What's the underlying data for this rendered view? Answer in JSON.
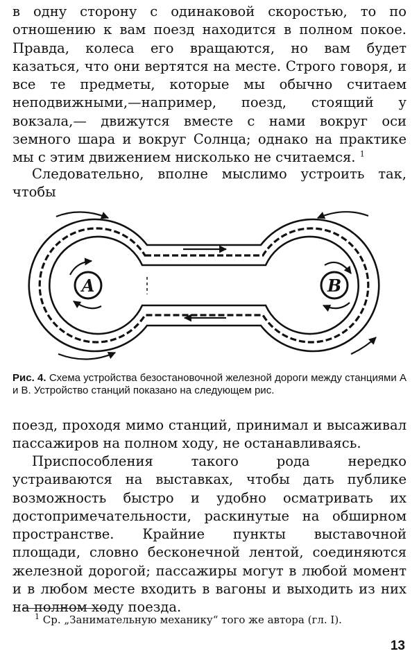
{
  "paragraphs": {
    "p1": "в одну сторону с одинаковой скоростью, то по отношению к вам поезд находится в полном покое. Правда, колеса его вращаются, но вам будет казаться, что они вертятся на месте. Строго говоря, и все те предметы, которые мы обычно считаем неподвижными,—например, поезд, стоящий у вокзала,— движутся вместе с нами вокруг оси земного шара и вокруг Солнца; однако на практике мы с этим движением нисколько не считаемся.",
    "p1_ref": "1",
    "p2": "Следовательно, вполне мыслимо устроить так, чтобы",
    "p3": "поезд, проходя мимо станций, принимал и высаживал пассажиров на полном ходу, не останавливаясь.",
    "p4": "Приспособления такого рода нередко устраиваются на выставках, чтобы дать публике возможность быстро и удобно осматривать их достопримечательности, раскинутые на обширном пространстве. Крайние пункты выставочной площади, словно бесконечной лентой, соединяются железной дорогой; пассажиры могут в любой момент и в любом месте входить в вагоны и выходить из них на полном ходу поезда."
  },
  "figure": {
    "station_a": "A",
    "station_b": "B",
    "caption_prefix": "Рис. 4.",
    "caption_text": "Схема устройства безостановочной железной дороги между станциями A и B. Устройство станций показано на следующем рис."
  },
  "footnote": {
    "marker": "1",
    "text": "Ср. „Занимательную механику“ того же автора (гл. I)."
  },
  "page_number": "13",
  "colors": {
    "ink": "#111111",
    "paper": "#ffffff"
  }
}
